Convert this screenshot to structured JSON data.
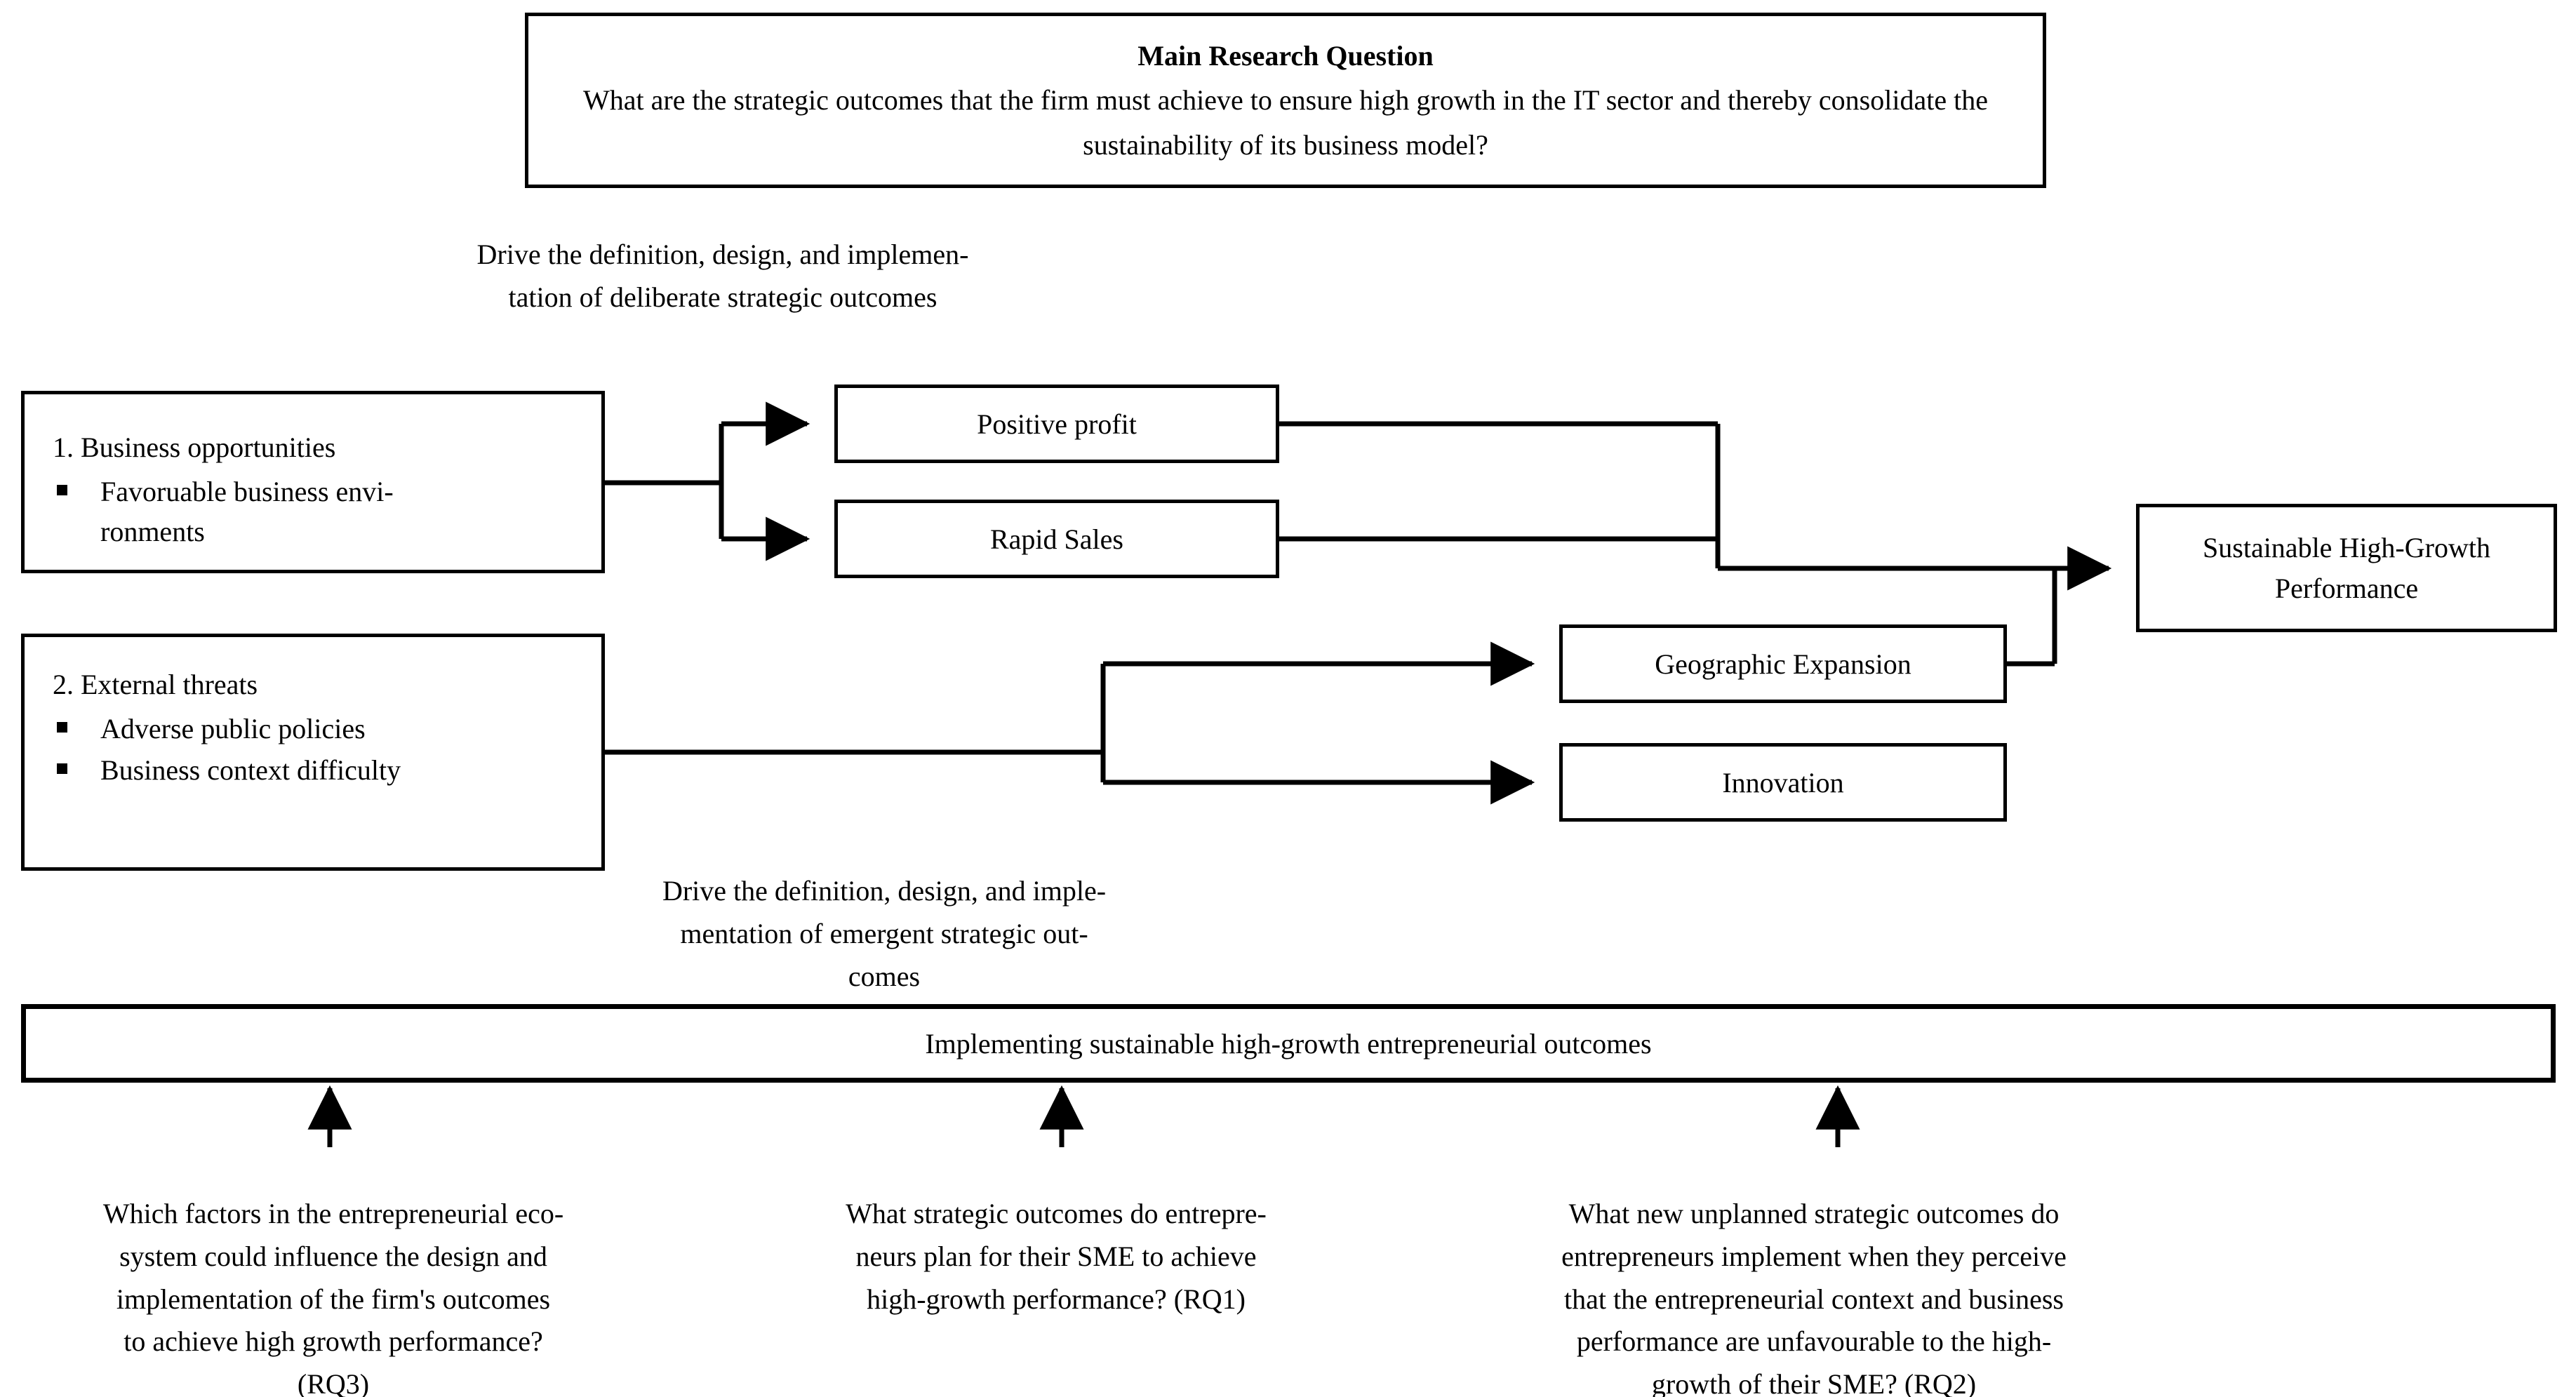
{
  "diagram": {
    "title_box": {
      "heading": "Main Research Question",
      "body": "What are the strategic outcomes that the firm must achieve to ensure high growth in the IT sector and thereby consolidate the sustainability of its business model?"
    },
    "annotations": {
      "deliberate": "Drive the definition, design, and implemen-\ntation of deliberate strategic outcomes",
      "emergent": "Drive the definition, design, and imple-\nmentation of emergent strategic out-\ncomes"
    },
    "sources": [
      {
        "id": "business-opportunities",
        "heading": "1. Business opportunities",
        "items": [
          "Favoruable business envi-\nronments"
        ]
      },
      {
        "id": "external-threats",
        "heading": "2. External threats",
        "items": [
          "Adverse public policies",
          "Business context difficulty"
        ]
      }
    ],
    "outcomes": [
      {
        "id": "positive-profit",
        "label": "Positive profit"
      },
      {
        "id": "rapid-sales",
        "label": "Rapid Sales"
      },
      {
        "id": "geographic-expansion",
        "label": "Geographic Expansion"
      },
      {
        "id": "innovation",
        "label": "Innovation"
      }
    ],
    "result_box": {
      "line1": "Sustainable High-Growth",
      "line2": "Performance"
    },
    "implementing_bar": {
      "label": "Implementing sustainable high-growth entrepreneurial outcomes"
    },
    "research_questions": [
      {
        "id": "rq3",
        "text": "Which factors in the entrepreneurial eco-\nsystem could influence the design and\nimplementation of the firm's outcomes\nto achieve high growth performance?\n(RQ3)"
      },
      {
        "id": "rq1",
        "text": "What strategic outcomes do entrepre-\nneurs plan for their SME to achieve\nhigh-growth performance? (RQ1)"
      },
      {
        "id": "rq2",
        "text": "What new unplanned strategic outcomes do\nentrepreneurs implement when they perceive\nthat the entrepreneurial context and business\nperformance are unfavourable to the high-\ngrowth of their SME? (RQ2)"
      }
    ],
    "colors": {
      "stroke": "#000000",
      "fill": "#ffffff"
    }
  }
}
